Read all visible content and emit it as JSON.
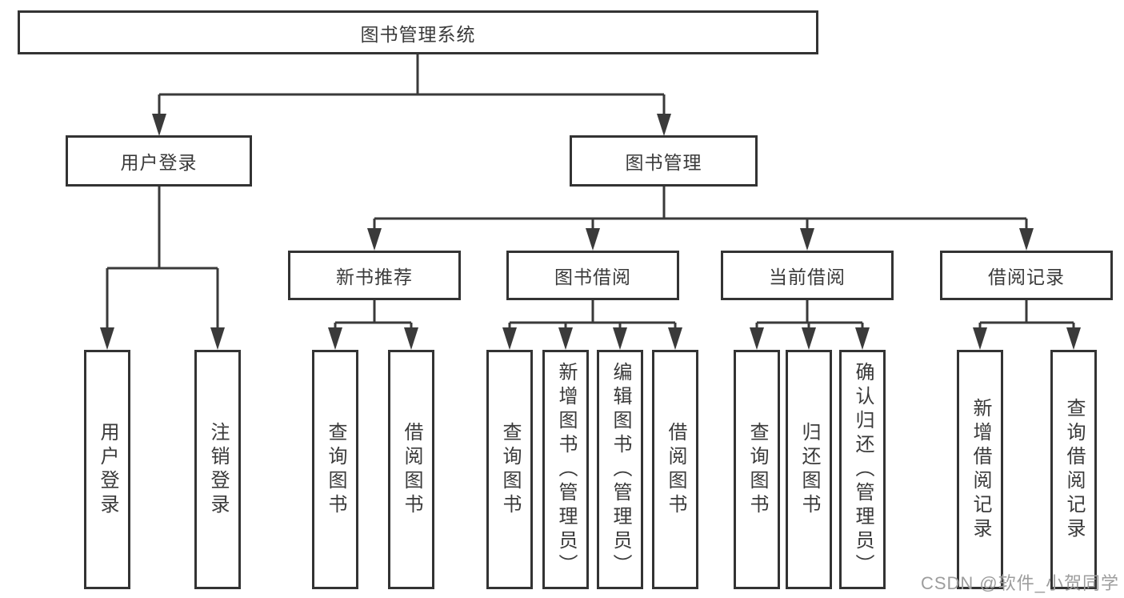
{
  "diagram_title": "图书管理系统",
  "nodes": {
    "root": {
      "label": "图书管理系统"
    },
    "user_login": {
      "label": "用户登录"
    },
    "book_mgmt": {
      "label": "图书管理"
    },
    "new_book_rec": {
      "label": "新书推荐"
    },
    "book_borrow": {
      "label": "图书借阅"
    },
    "current_borrow": {
      "label": "当前借阅"
    },
    "borrow_record": {
      "label": "借阅记录"
    },
    "leaves": {
      "user": [
        "用户登录",
        "注销登录"
      ],
      "rec": [
        "查询图书",
        "借阅图书"
      ],
      "borrow": [
        "查询图书",
        "新增图书（管理员）",
        "编辑图书（管理员）",
        "借阅图书"
      ],
      "current": [
        "查询图书",
        "归还图书",
        "确认归还（管理员）"
      ],
      "record": [
        "新增借阅记录",
        "查询借阅记录"
      ]
    }
  },
  "tree": {
    "图书管理系统": {
      "用户登录": [
        "用户登录",
        "注销登录"
      ],
      "图书管理": {
        "新书推荐": [
          "查询图书",
          "借阅图书"
        ],
        "图书借阅": [
          "查询图书",
          "新增图书（管理员）",
          "编辑图书（管理员）",
          "借阅图书"
        ],
        "当前借阅": [
          "查询图书",
          "归还图书",
          "确认归还（管理员）"
        ],
        "借阅记录": [
          "新增借阅记录",
          "查询借阅记录"
        ]
      }
    }
  },
  "watermark": "CSDN @软件_小贺同学",
  "colors": {
    "line": "#3a3a3a",
    "box_border": "#333333",
    "text": "#3a3a3a",
    "watermark": "#9d9d9d",
    "background": "#ffffff"
  }
}
